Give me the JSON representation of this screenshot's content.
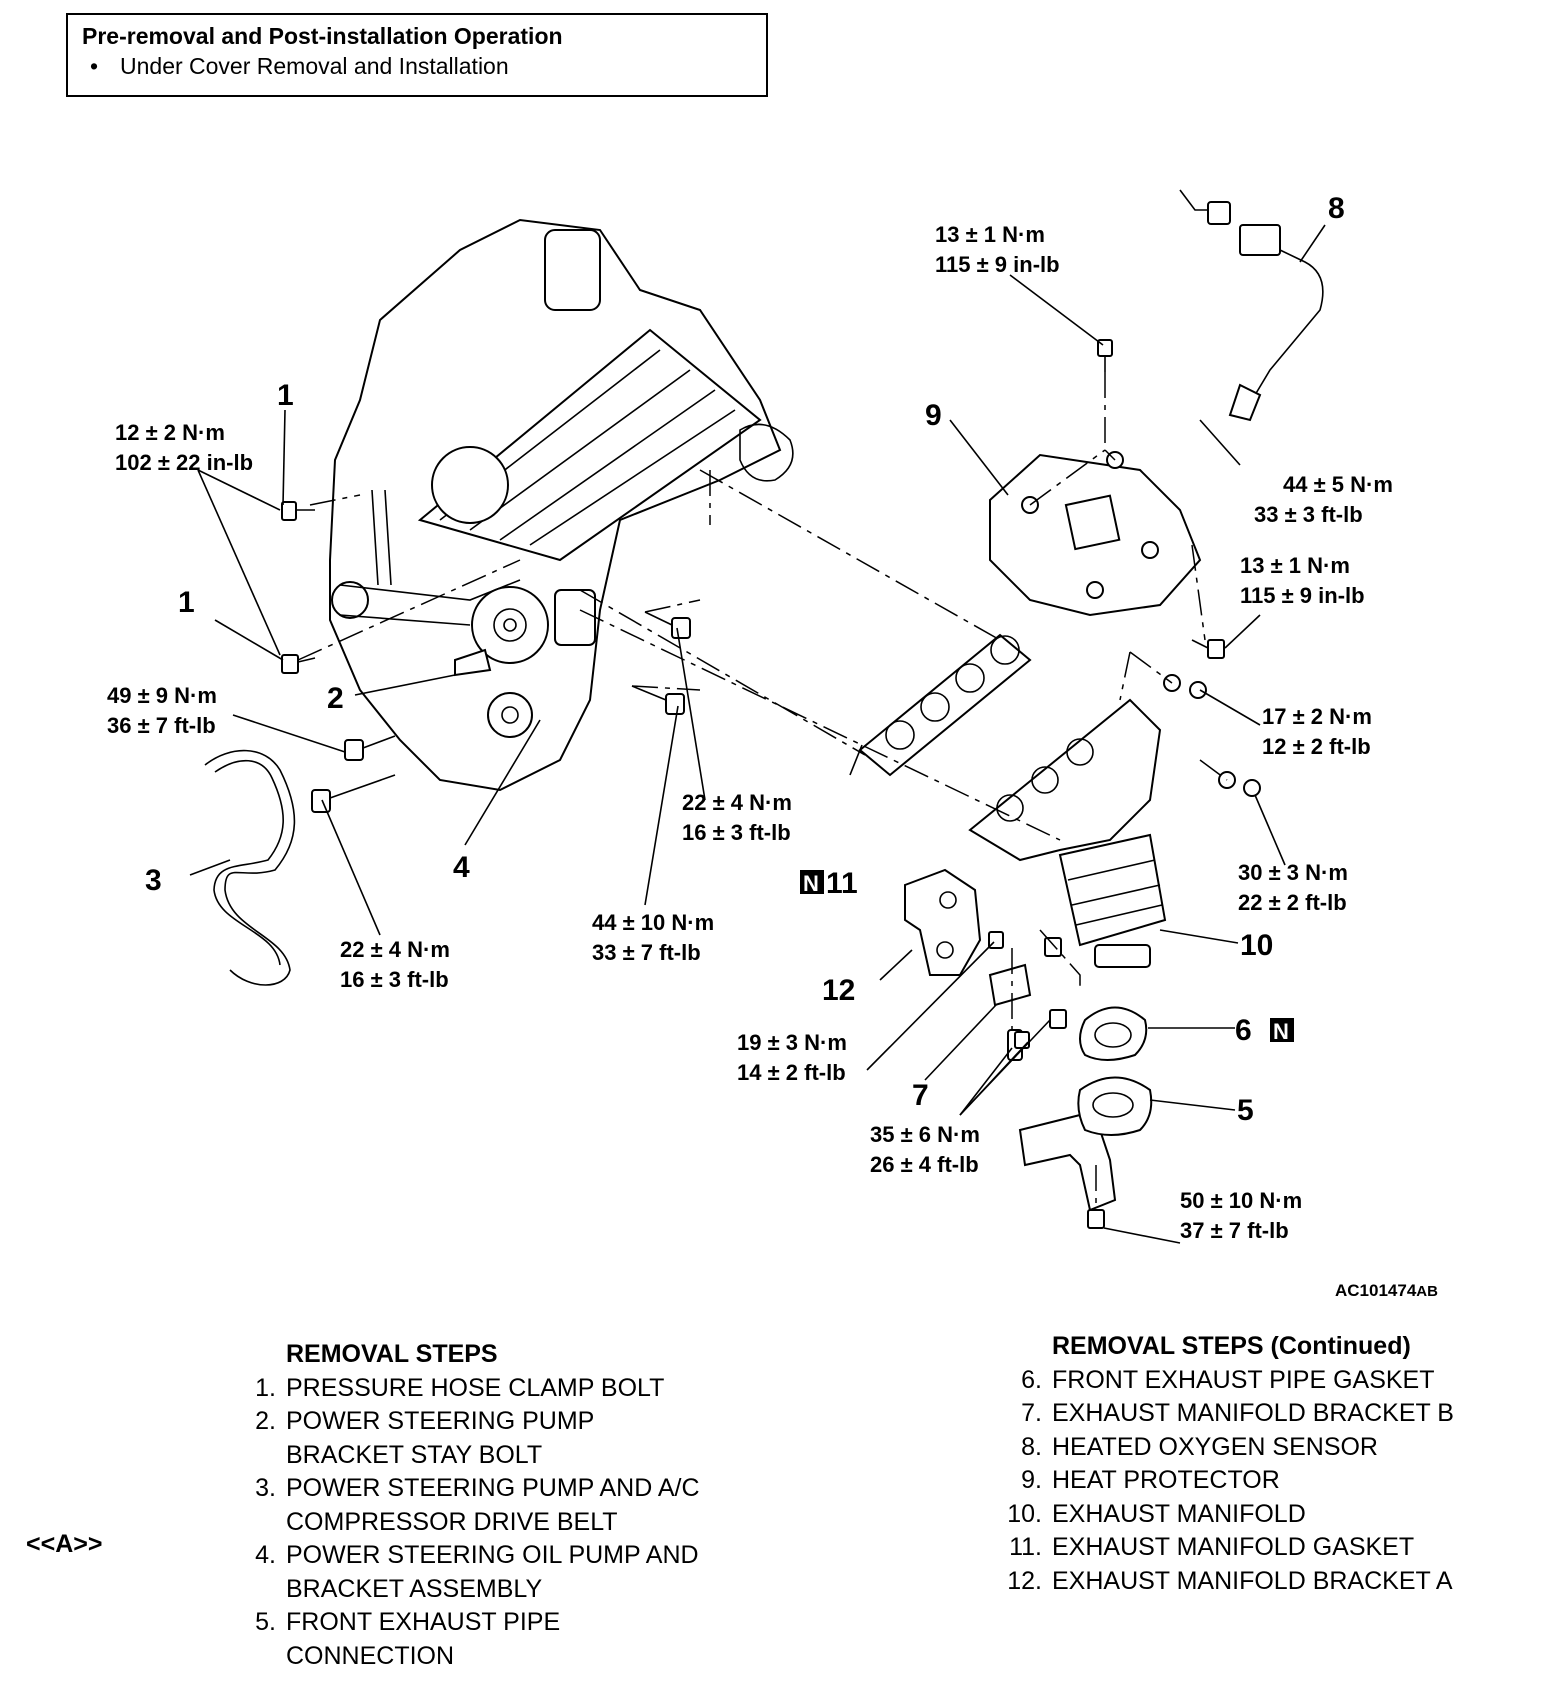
{
  "pre_box": {
    "title": "Pre-removal and Post-installation Operation",
    "items": [
      "Under Cover Removal and Installation"
    ]
  },
  "figure": {
    "id": "AC101474",
    "id_suffix": "AB",
    "callouts": [
      "1",
      "1",
      "2",
      "3",
      "4",
      "5",
      "6",
      "7",
      "8",
      "9",
      "11",
      "10",
      "12"
    ],
    "new_part_marker": "N",
    "torques": [
      {
        "nm": "12 ± 2 N·m",
        "imperial": "102 ± 22 in-lb"
      },
      {
        "nm": "49 ± 9 N·m",
        "imperial": "36 ± 7 ft-lb"
      },
      {
        "nm": "22 ± 4 N·m",
        "imperial": "16 ± 3 ft-lb"
      },
      {
        "nm": "22 ± 4 N·m",
        "imperial": "16 ± 3 ft-lb"
      },
      {
        "nm": "44 ± 10 N·m",
        "imperial": "33 ± 7 ft-lb"
      },
      {
        "nm": "13 ± 1 N·m",
        "imperial": "115 ± 9 in-lb"
      },
      {
        "nm": "44 ± 5 N·m",
        "imperial": "33 ± 3 ft-lb"
      },
      {
        "nm": "13 ± 1 N·m",
        "imperial": "115 ± 9 in-lb"
      },
      {
        "nm": "17 ± 2 N·m",
        "imperial": "12 ± 2 ft-lb"
      },
      {
        "nm": "30 ± 3 N·m",
        "imperial": "22 ± 2 ft-lb"
      },
      {
        "nm": "19 ± 3 N·m",
        "imperial": "14 ± 2 ft-lb"
      },
      {
        "nm": "35 ± 6 N·m",
        "imperial": "26 ± 4 ft-lb"
      },
      {
        "nm": "50 ± 10 N·m",
        "imperial": "37 ± 7 ft-lb"
      }
    ]
  },
  "removal_steps": {
    "title": "REMOVAL STEPS",
    "items": [
      {
        "num": "1.",
        "lines": [
          "PRESSURE HOSE CLAMP BOLT"
        ]
      },
      {
        "num": "2.",
        "lines": [
          "POWER STEERING PUMP",
          "BRACKET STAY BOLT"
        ]
      },
      {
        "num": "3.",
        "lines": [
          "POWER STEERING PUMP AND A/C",
          "COMPRESSOR DRIVE BELT"
        ]
      },
      {
        "num": "4.",
        "lines": [
          "POWER STEERING OIL PUMP AND",
          "BRACKET ASSEMBLY"
        ],
        "ref": "<<A>>"
      },
      {
        "num": "5.",
        "lines": [
          "FRONT EXHAUST PIPE",
          "CONNECTION"
        ]
      }
    ]
  },
  "removal_steps_continued": {
    "title": "REMOVAL STEPS (Continued)",
    "items": [
      {
        "num": "6.",
        "lines": [
          "FRONT EXHAUST PIPE GASKET"
        ]
      },
      {
        "num": "7.",
        "lines": [
          "EXHAUST MANIFOLD BRACKET B"
        ]
      },
      {
        "num": "8.",
        "lines": [
          "HEATED OXYGEN SENSOR"
        ]
      },
      {
        "num": "9.",
        "lines": [
          "HEAT PROTECTOR"
        ]
      },
      {
        "num": "10.",
        "lines": [
          "EXHAUST MANIFOLD"
        ]
      },
      {
        "num": "11.",
        "lines": [
          "EXHAUST MANIFOLD GASKET"
        ]
      },
      {
        "num": "12.",
        "lines": [
          "EXHAUST MANIFOLD BRACKET A"
        ]
      }
    ]
  }
}
